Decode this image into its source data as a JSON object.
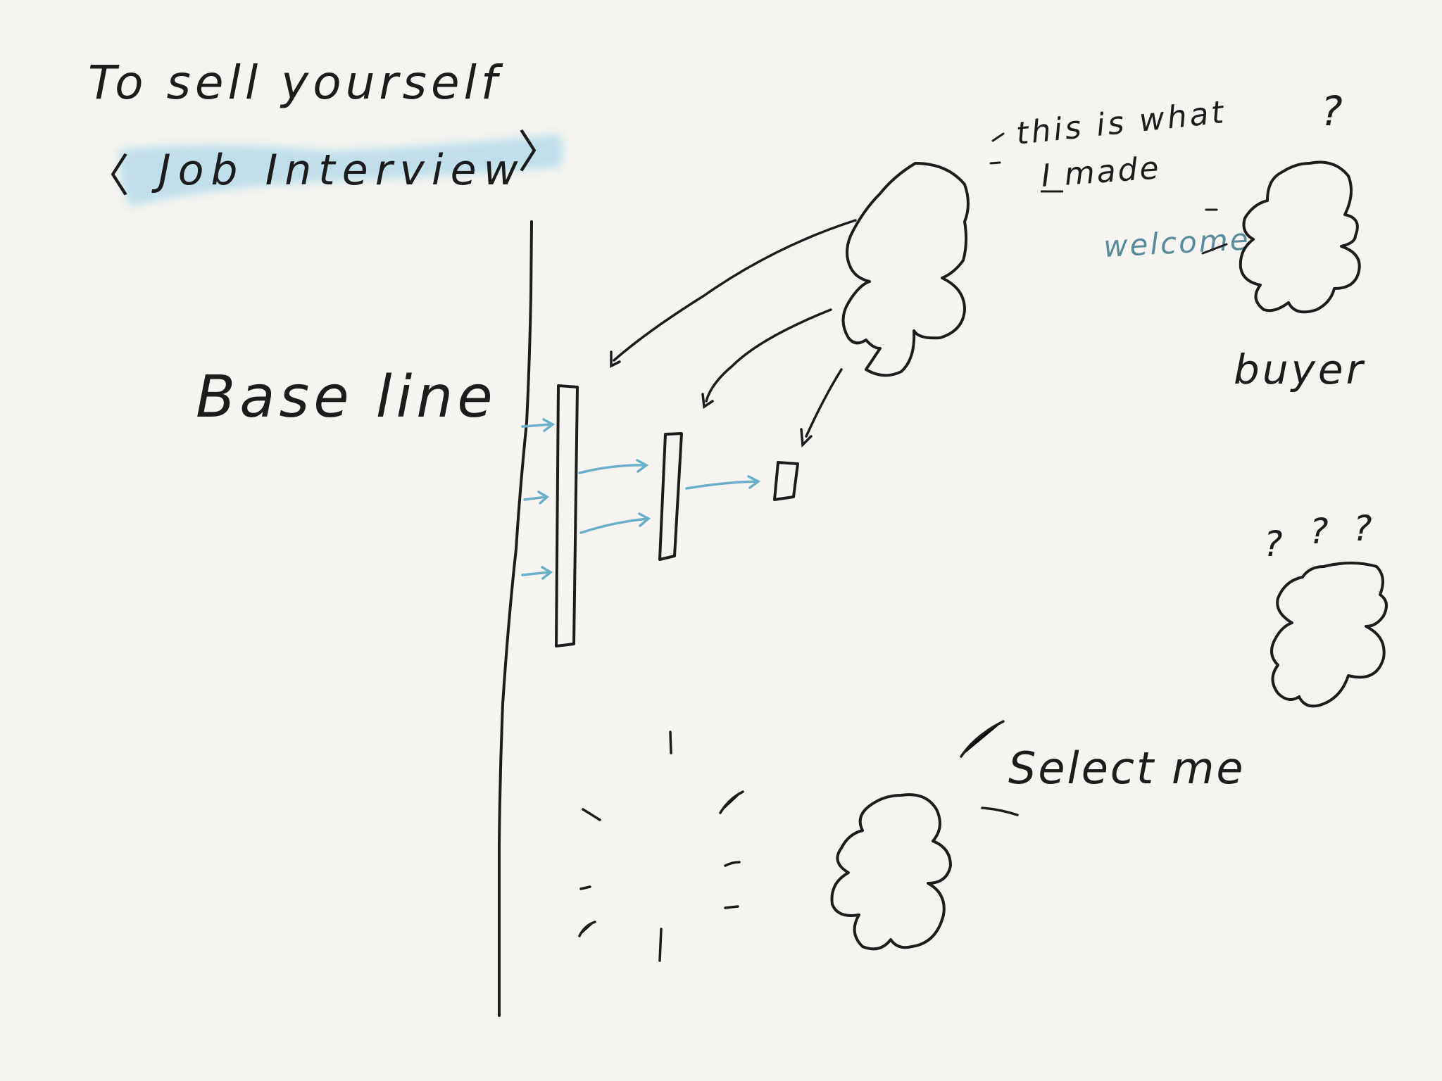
{
  "title": "To sell yourself",
  "subtitle": "Job Interview",
  "subtitle_brackets": {
    "open": "〈",
    "close": "〉"
  },
  "baseline_label": "Base line",
  "speech": {
    "line1": "this is what",
    "line2": "I made"
  },
  "welcome": "welcome",
  "buyer_label": "buyer",
  "single_question": "?",
  "triple_question": [
    "?",
    "?",
    "?"
  ],
  "select_me": "Select me",
  "colors": {
    "ink": "#1c1c1c",
    "accent": "#6aafc7",
    "highlight": "#b8dce8",
    "welcome": "#5b8a9a",
    "paper": "#f5f4f0"
  }
}
